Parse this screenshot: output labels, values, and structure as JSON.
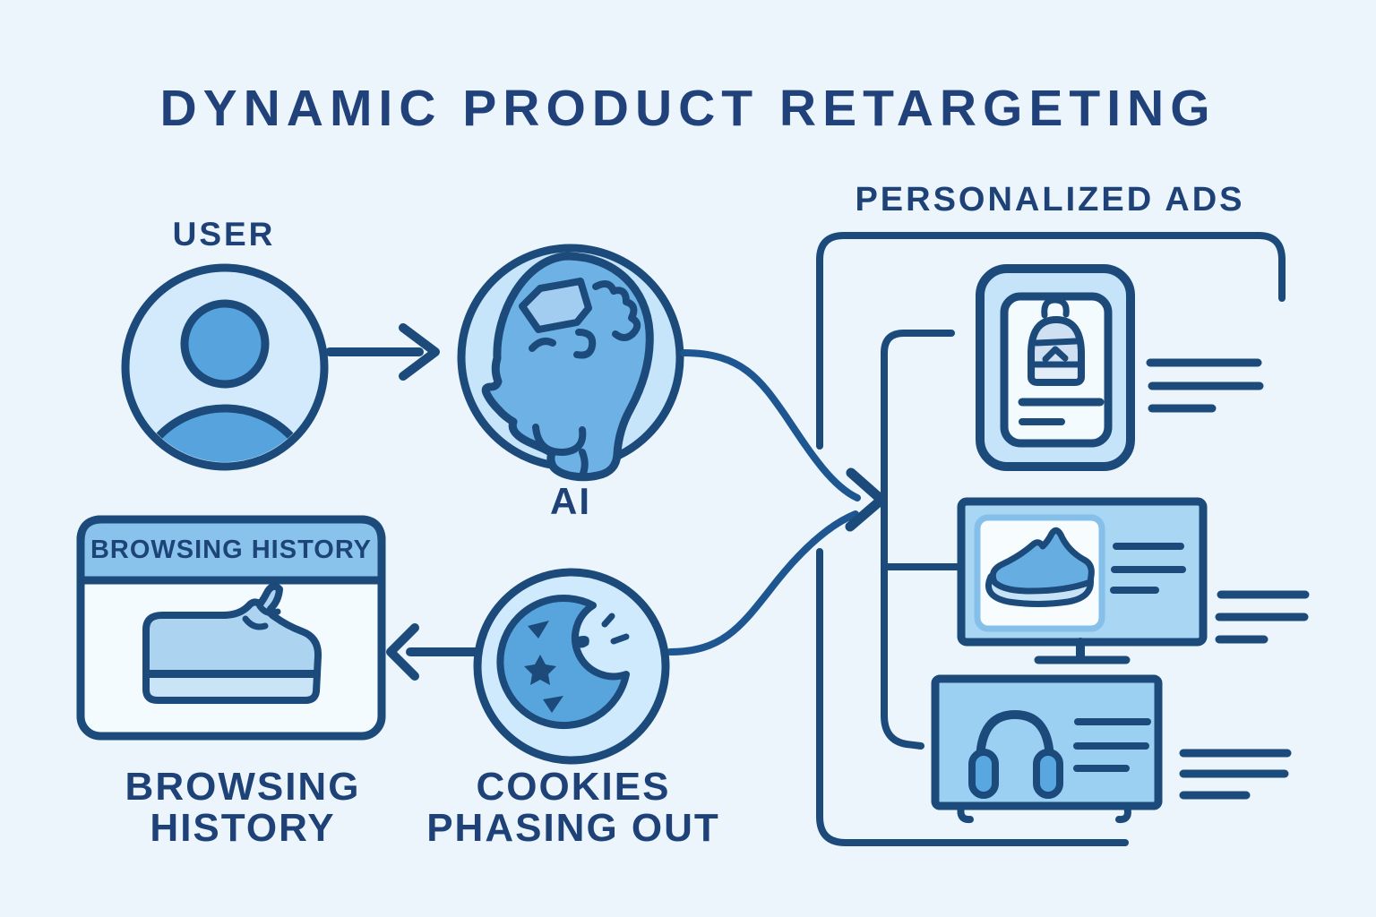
{
  "title": "DYNAMIC PRODUCT RETARGETING",
  "user": {
    "label": "USER"
  },
  "ai": {
    "label": "AI"
  },
  "browsing_history": {
    "window_title": "BROWSING HISTORY",
    "caption_line1": "BROWSING",
    "caption_line2": "HISTORY",
    "product_shown": "shoe"
  },
  "cookies": {
    "caption_line1": "COOKIES",
    "caption_line2": "PHASING OUT"
  },
  "personalized_ads": {
    "heading": "PERSONALIZED ADS",
    "ad_devices": [
      "tablet",
      "desktop-monitor",
      "smart-tv"
    ],
    "ad_products": [
      "backpack",
      "running-shoe",
      "headphones"
    ]
  },
  "flow": {
    "user_to_ai": "arrow-right",
    "cookies_to_browsing_history": "arrow-left",
    "ai_and_cookies_to_personalized_ads": "merged-arrow-right"
  },
  "colors": {
    "background": "#ebf5fb",
    "outline_navy": "#1b4a7b",
    "text_navy": "#1e4278",
    "connector_blue": "#1e5691",
    "fill_medium_blue": "#57a4dd",
    "fill_light_blue": "#cde8fa",
    "window_header": "#89c3ec",
    "tablet_frame": "#c6e4f9",
    "monitor_screen": "#a9d6f3",
    "tv_screen": "#9cd0f2"
  }
}
